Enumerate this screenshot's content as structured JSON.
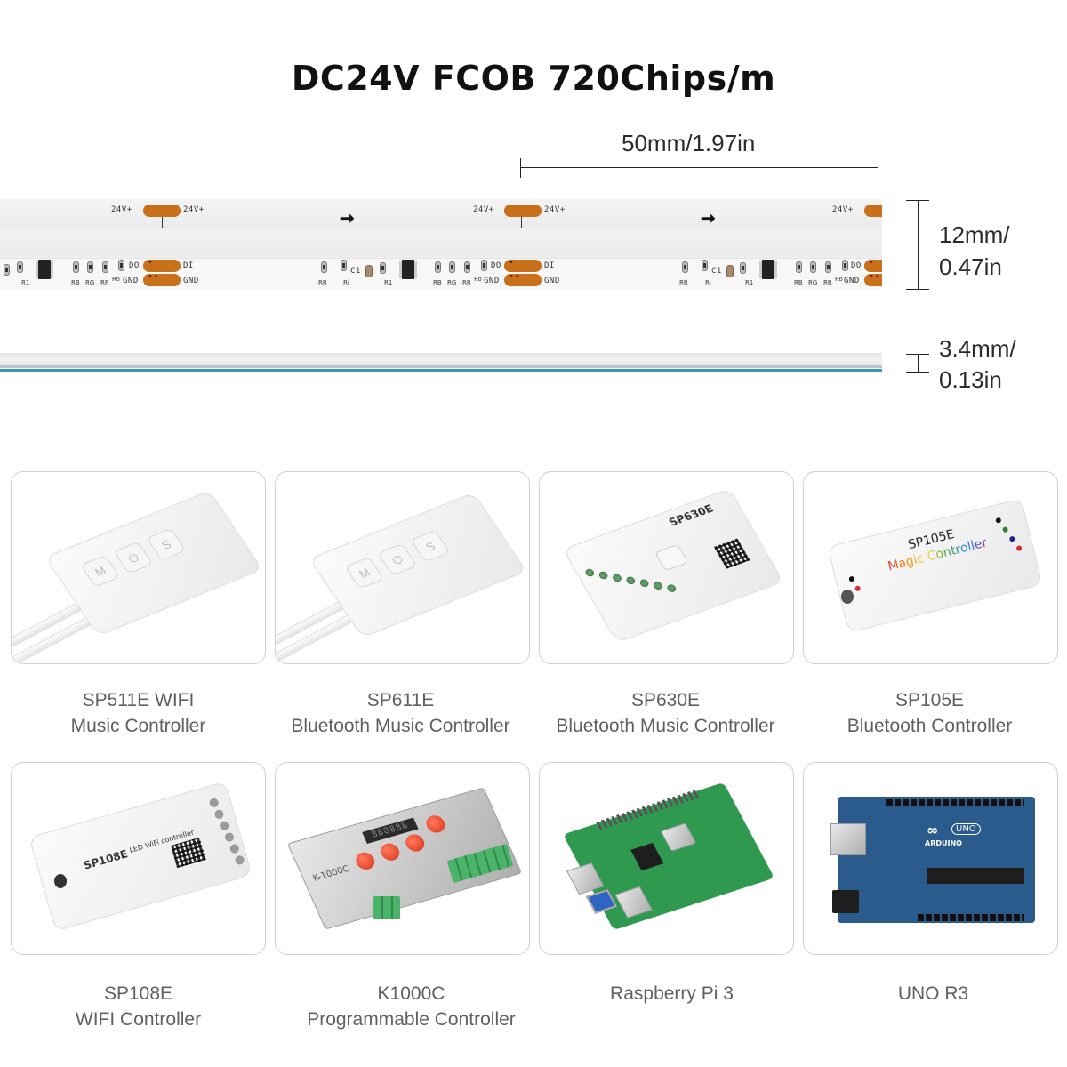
{
  "header": {
    "title": "DC24V FCOB 720Chips/m"
  },
  "dimensions": {
    "cut_length": "50mm/1.97in",
    "width_line1": "12mm/",
    "width_line2": "0.47in",
    "thickness_line1": "3.4mm/",
    "thickness_line2": "0.13in"
  },
  "strip": {
    "pad_label_power": "24V+",
    "pad_label_data_out": "DO",
    "pad_label_data_in": "DI",
    "pad_label_ground": "GND",
    "components": [
      "RR",
      "Ri",
      "C1",
      "R1",
      "RB",
      "RG",
      "RR",
      "Ro"
    ],
    "direction_icon": "arrow-right-icon",
    "colors": {
      "pad": "#c9701a",
      "tape_edge": "#3a97b8"
    }
  },
  "products": [
    {
      "line1": "SP511E WIFI",
      "line2": "Music Controller"
    },
    {
      "line1": "SP611E",
      "line2": "Bluetooth Music Controller"
    },
    {
      "line1": "SP630E",
      "line2": "Bluetooth Music Controller"
    },
    {
      "line1": "SP105E",
      "line2": "Bluetooth Controller"
    },
    {
      "line1": "SP108E",
      "line2": "WIFI Controller"
    },
    {
      "line1": "K1000C",
      "line2": "Programmable Controller"
    },
    {
      "line1": "Raspberry Pi 3",
      "line2": ""
    },
    {
      "line1": "UNO R3",
      "line2": ""
    }
  ],
  "product_markings": {
    "sp630e_brand": "SP630E",
    "sp105e_model": "SP105E",
    "sp105e_brand": "Magic Controller",
    "sp108e_brand": "SP108E",
    "sp108e_sub": "LED WiFi controller",
    "k1000c_model": "K-1000C",
    "k1000c_display": "888888",
    "uno_logo": "UNO",
    "uno_brand": "ARDUINO",
    "button_m": "M",
    "button_power": "⏻",
    "button_s": "S"
  }
}
